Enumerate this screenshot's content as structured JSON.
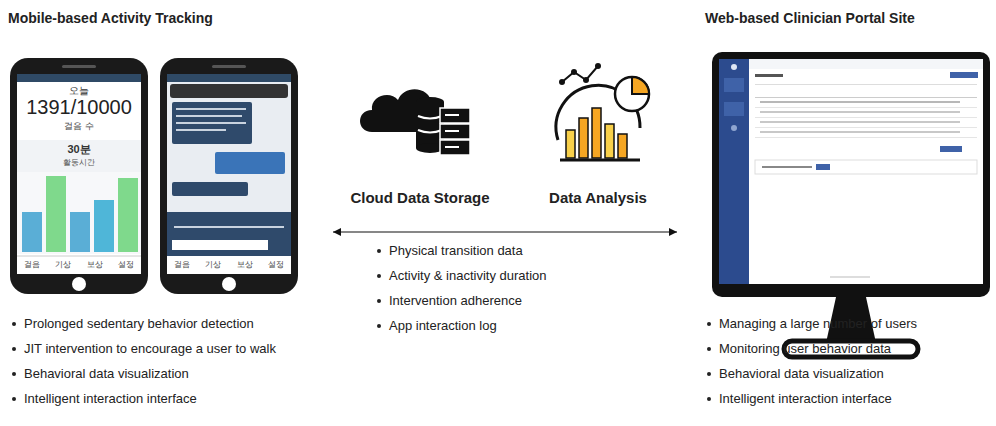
{
  "diagram": {
    "nodes": [
      {
        "text": [
          "Mobile-based Activity Tracking",
          "Prolonged sedentary behavior detection",
          "JIT intervention to encourage a user to walk",
          "Behavioral data visualization",
          "Intelligent interaction interface"
        ]
      },
      {
        "text": [
          "Cloud Data Storage"
        ]
      },
      {
        "text": [
          "Data Analysis"
        ]
      },
      {
        "text": [
          "Web-based Clinician Portal Site",
          "Managing a large number of users",
          "Monitoring user behavior data",
          "Behavioral data visualization",
          "Intelligent interaction interface"
        ]
      }
    ],
    "edges": [
      {
        "from": 0,
        "to": 3,
        "arrow": "both"
      }
    ],
    "labels": [
      "Physical transition data",
      "Activity & inactivity duration",
      "Intervention adherence",
      "App interaction log",
      "오늘",
      "1391/10000",
      "걸음 수",
      "30분",
      "활동시간",
      "걸음",
      "기상",
      "보상",
      "설정",
      "걸음",
      "기상",
      "보상",
      "설정"
    ]
  }
}
